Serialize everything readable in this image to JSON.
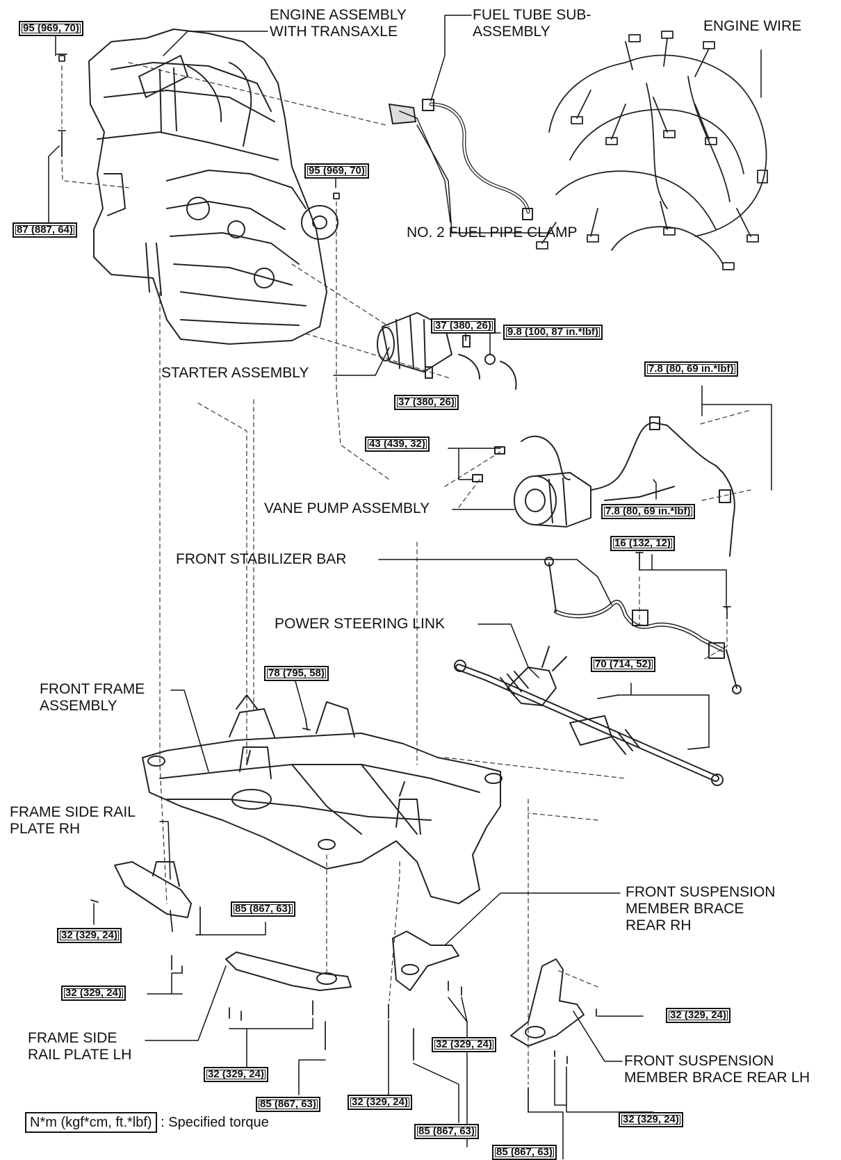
{
  "labels": [
    {
      "id": "engine-assembly",
      "lines": [
        "ENGINE ASSEMBLY",
        "WITH TRANSAXLE"
      ]
    },
    {
      "id": "fuel-tube",
      "lines": [
        "FUEL TUBE SUB-",
        "ASSEMBLY"
      ]
    },
    {
      "id": "engine-wire",
      "lines": [
        "ENGINE WIRE"
      ]
    },
    {
      "id": "fuel-pipe-clamp",
      "lines": [
        "NO. 2 FUEL PIPE CLAMP"
      ]
    },
    {
      "id": "starter-assembly",
      "lines": [
        "STARTER ASSEMBLY"
      ]
    },
    {
      "id": "vane-pump",
      "lines": [
        "VANE PUMP ASSEMBLY"
      ]
    },
    {
      "id": "front-stabilizer-bar",
      "lines": [
        "FRONT STABILIZER BAR"
      ]
    },
    {
      "id": "power-steering-link",
      "lines": [
        "POWER STEERING LINK"
      ]
    },
    {
      "id": "front-frame",
      "lines": [
        "FRONT FRAME",
        "ASSEMBLY"
      ]
    },
    {
      "id": "frame-side-rail-rh",
      "lines": [
        "FRAME SIDE RAIL",
        "PLATE RH"
      ]
    },
    {
      "id": "brace-rear-rh",
      "lines": [
        "FRONT SUSPENSION",
        "MEMBER BRACE",
        "REAR RH"
      ]
    },
    {
      "id": "frame-side-rail-lh",
      "lines": [
        "FRAME SIDE",
        "RAIL PLATE LH"
      ]
    },
    {
      "id": "brace-rear-lh",
      "lines": [
        "FRONT SUSPENSION",
        "MEMBER BRACE REAR LH"
      ]
    }
  ],
  "torques": [
    "95 (969, 70)",
    "95 (969, 70)",
    "87 (887, 64)",
    "37 (380, 26)",
    "9.8 (100, 87 in.*lbf)",
    "37 (380, 26)",
    "7.8 (80, 69 in.*lbf)",
    "43 (439, 32)",
    "7.8 (80, 69 in.*lbf)",
    "16 (132, 12)",
    "78 (795, 58)",
    "70 (714, 52)",
    "85 (867, 63)",
    "32 (329, 24)",
    "32 (329, 24)",
    "32 (329, 24)",
    "32 (329, 24)",
    "32 (329, 24)",
    "32 (329, 24)",
    "85 (867, 63)",
    "85 (867, 63)",
    "85 (867, 63)",
    "32 (329, 24)"
  ],
  "legend": {
    "unit": "N*m (kgf*cm, ft.*lbf)",
    "description": ": Specified torque"
  }
}
